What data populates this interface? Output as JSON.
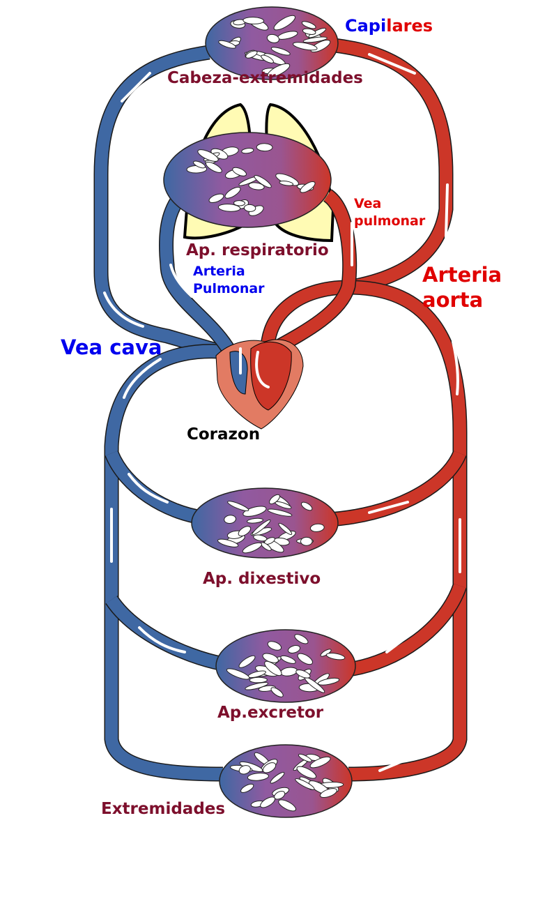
{
  "labels": {
    "capilares_a": "Capi",
    "capilares_b": "lares",
    "cabeza": "Cabeza-extremidades",
    "vea_pulmonar_1": "Vea",
    "vea_pulmonar_2": "pulmonar",
    "respiratorio": "Ap. respiratorio",
    "arteria_pulmonar_1": "Arteria",
    "arteria_pulmonar_2": "Pulmonar",
    "arteria_aorta_1": "Arteria",
    "arteria_aorta_2": "aorta",
    "vea_cava": "Vea cava",
    "corazon": "Corazon",
    "dixestivo": "Ap. dixestivo",
    "excretor": "Ap.excretor",
    "extremidades": "Extremidades"
  },
  "colors": {
    "vein": "#3f68a3",
    "artery": "#cc3628",
    "capillary": "#905aa0",
    "label": "#7d0f2c",
    "blue_text": "#0000ee",
    "red_text": "#e00000",
    "lung": "#fffbb4",
    "heart": "#e27b63"
  }
}
